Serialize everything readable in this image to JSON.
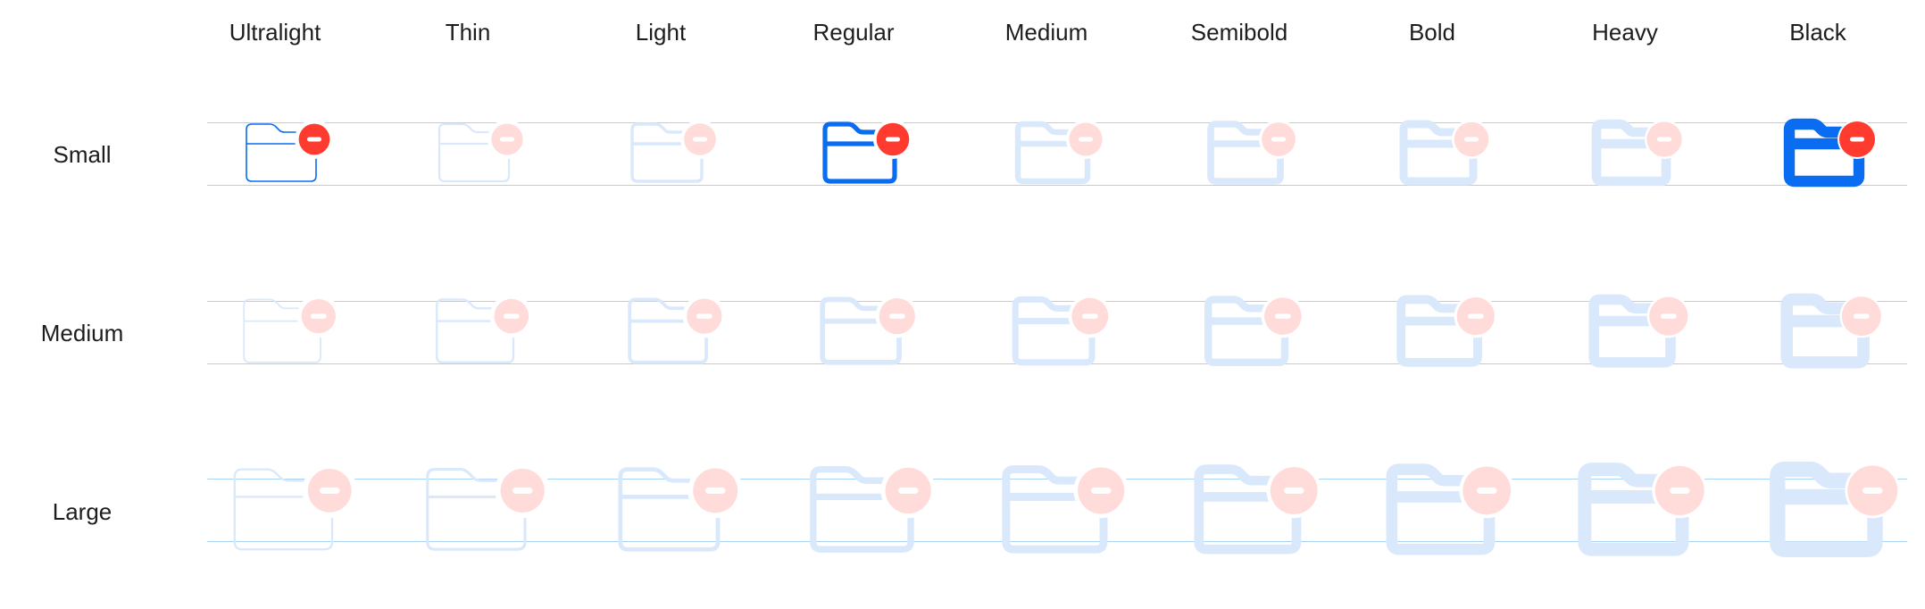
{
  "weights": [
    "Ultralight",
    "Thin",
    "Light",
    "Regular",
    "Medium",
    "Semibold",
    "Bold",
    "Heavy",
    "Black"
  ],
  "scales": [
    "Small",
    "Medium",
    "Large"
  ],
  "symbol": {
    "icon": "folder-badge-minus-icon",
    "highlighted": [
      {
        "scale": "Small",
        "weight": "Ultralight"
      },
      {
        "scale": "Small",
        "weight": "Regular"
      },
      {
        "scale": "Small",
        "weight": "Black"
      }
    ]
  },
  "colors": {
    "folder": "#0a6cf0",
    "badge": "#ff3b30",
    "faded_folder": "#d9e8fb",
    "faded_badge": "#ffdcda",
    "guide": "#a9d3f5"
  }
}
